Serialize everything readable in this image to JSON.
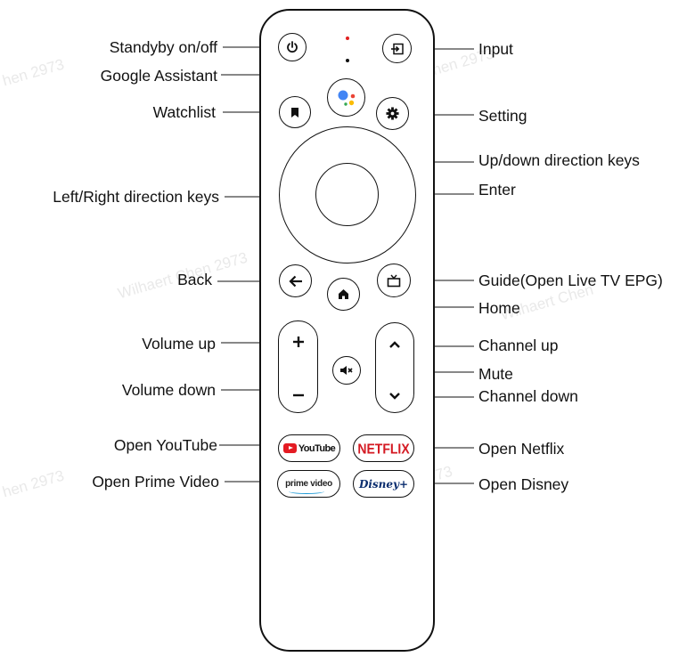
{
  "labels": {
    "standby": "Standyby on/off",
    "google_assistant": "Google Assistant",
    "watchlist": "Watchlist",
    "left_right": "Left/Right direction keys",
    "back": "Back",
    "volume_up": "Volume up",
    "volume_down": "Volume down",
    "open_youtube": "Open YouTube",
    "open_prime": "Open Prime Video",
    "input": "Input",
    "setting": "Setting",
    "up_down": "Up/down direction keys",
    "enter": "Enter",
    "guide": "Guide(Open Live TV EPG)",
    "home": "Home",
    "channel_up": "Channel up",
    "mute": "Mute",
    "channel_down": "Channel down",
    "open_netflix": "Open Netflix",
    "open_disney": "Open Disney"
  },
  "buttons": {
    "youtube": "YouTube",
    "netflix": "NETFLIX",
    "prime": "prime video",
    "disney": "Disney+"
  },
  "icons": {
    "power": "power-icon",
    "input": "input-icon",
    "assistant": "google-assistant-icon",
    "watchlist": "bookmark-icon",
    "setting": "gear-icon",
    "back": "arrow-left-icon",
    "home": "home-icon",
    "guide": "tv-icon",
    "volume_up": "plus-icon",
    "volume_down": "minus-icon",
    "mute": "mute-icon",
    "channel_up": "chevron-up-icon",
    "channel_down": "chevron-down-icon"
  },
  "colors": {
    "led": "#e02020",
    "assistant_blue": "#4285f4",
    "assistant_red": "#ea4335",
    "assistant_yellow": "#fbbc05",
    "assistant_green": "#34a853",
    "youtube_red": "#e41b23",
    "netflix_red": "#d41922",
    "prime_blue": "#1a98d5",
    "disney_blue": "#0a2d6e"
  }
}
